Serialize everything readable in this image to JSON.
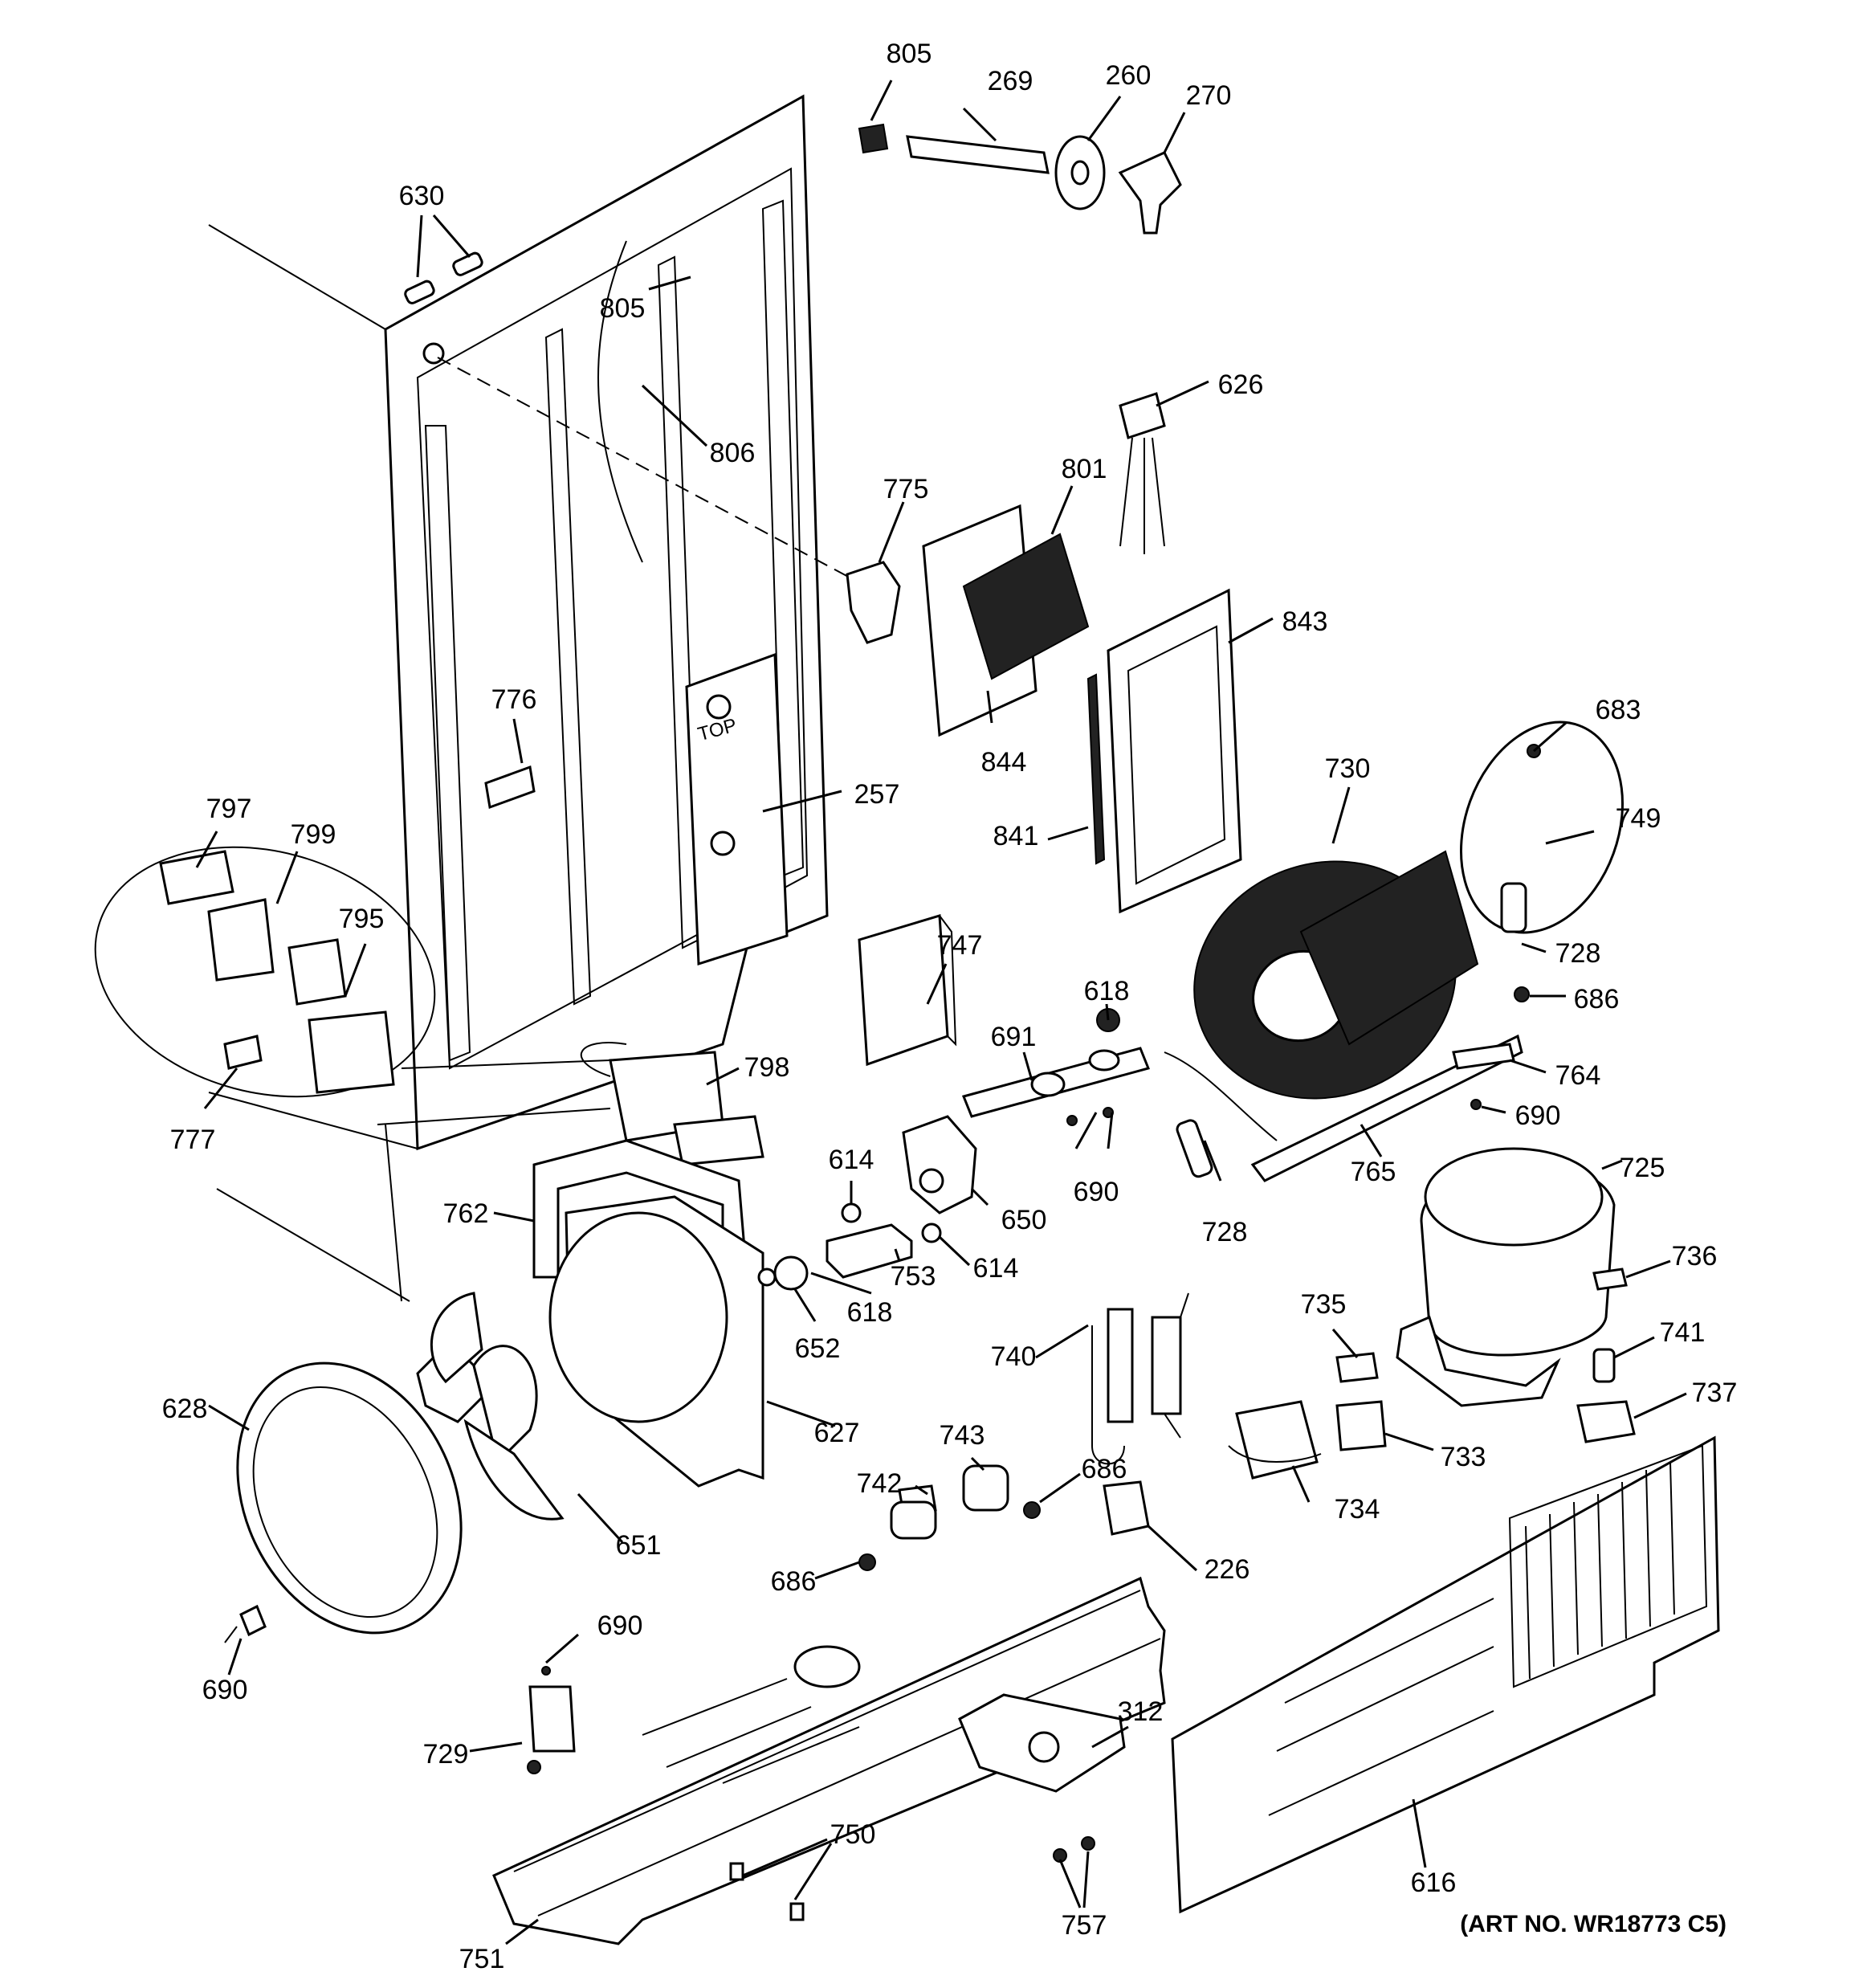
{
  "art_number": "(ART NO. WR18773 C5)",
  "callouts": {
    "c805a": "805",
    "c269": "269",
    "c260": "260",
    "c270": "270",
    "c630": "630",
    "c805b": "805",
    "c626": "626",
    "c806": "806",
    "c775": "775",
    "c801": "801",
    "c843": "843",
    "c776": "776",
    "c844": "844",
    "c683": "683",
    "c730": "730",
    "c257": "257",
    "c797": "797",
    "c799": "799",
    "c749": "749",
    "c841": "841",
    "c795": "795",
    "c728a": "728",
    "c747": "747",
    "c618a": "618",
    "c686a": "686",
    "c691": "691",
    "c764": "764",
    "c798": "798",
    "c777": "777",
    "c690a": "690",
    "c614a": "614",
    "c725": "725",
    "c765": "765",
    "c690b": "690",
    "c762": "762",
    "c650": "650",
    "c728b": "728",
    "c736": "736",
    "c614b": "614",
    "c753": "753",
    "c735": "735",
    "c618b": "618",
    "c741": "741",
    "c652": "652",
    "c740": "740",
    "c628": "628",
    "c737": "737",
    "c627": "627",
    "c743": "743",
    "c733": "733",
    "c686b": "686",
    "c742": "742",
    "c734": "734",
    "c651": "651",
    "c686c": "686",
    "c226": "226",
    "c690c": "690",
    "c690d": "690",
    "c312": "312",
    "c729": "729",
    "c616": "616",
    "c750": "750",
    "c751": "751",
    "c757": "757"
  }
}
